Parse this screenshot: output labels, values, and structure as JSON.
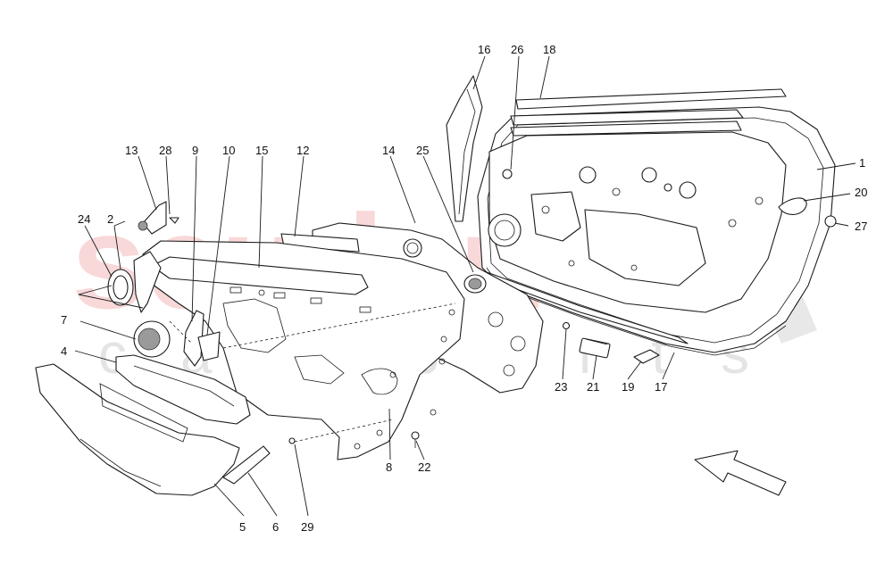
{
  "watermark": {
    "main": "scuderia",
    "sub": "car parts",
    "color": "#f4b9b9"
  },
  "callouts": [
    {
      "id": "1",
      "label": "1"
    },
    {
      "id": "2",
      "label": "2"
    },
    {
      "id": "4",
      "label": "4"
    },
    {
      "id": "5",
      "label": "5"
    },
    {
      "id": "6",
      "label": "6"
    },
    {
      "id": "7",
      "label": "7"
    },
    {
      "id": "8",
      "label": "8"
    },
    {
      "id": "9",
      "label": "9"
    },
    {
      "id": "10",
      "label": "10"
    },
    {
      "id": "12",
      "label": "12"
    },
    {
      "id": "13",
      "label": "13"
    },
    {
      "id": "14",
      "label": "14"
    },
    {
      "id": "15",
      "label": "15"
    },
    {
      "id": "16",
      "label": "16"
    },
    {
      "id": "17",
      "label": "17"
    },
    {
      "id": "18",
      "label": "18"
    },
    {
      "id": "19",
      "label": "19"
    },
    {
      "id": "20",
      "label": "20"
    },
    {
      "id": "21",
      "label": "21"
    },
    {
      "id": "22",
      "label": "22"
    },
    {
      "id": "23",
      "label": "23"
    },
    {
      "id": "24",
      "label": "24"
    },
    {
      "id": "25",
      "label": "25"
    },
    {
      "id": "26",
      "label": "26"
    },
    {
      "id": "27",
      "label": "27"
    },
    {
      "id": "28",
      "label": "28"
    },
    {
      "id": "29",
      "label": "29"
    }
  ],
  "direction_arrow": "front-arrow-icon"
}
